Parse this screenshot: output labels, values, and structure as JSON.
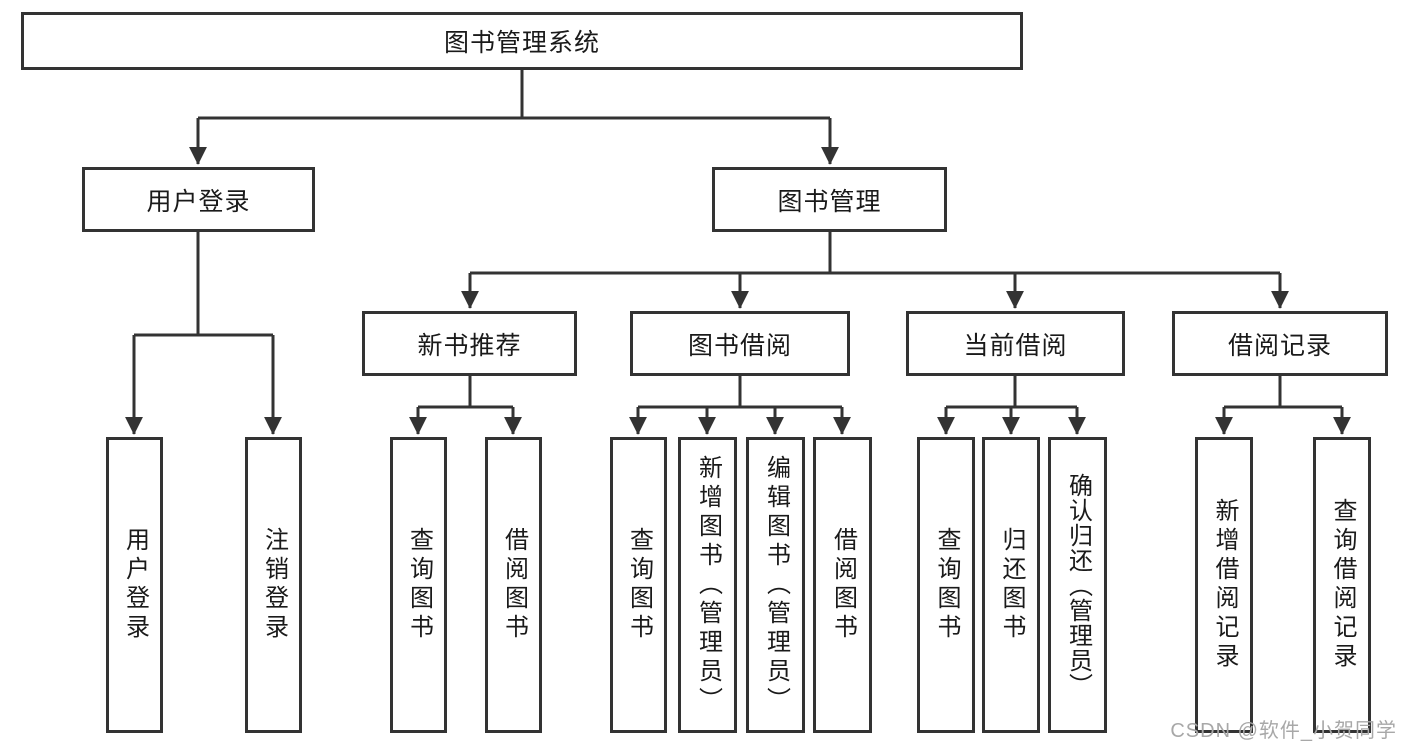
{
  "diagram": {
    "root": {
      "label": "图书管理系统"
    },
    "branches": [
      {
        "label": "用户登录",
        "leaves": [
          {
            "label": "用户登录"
          },
          {
            "label": "注销登录"
          }
        ]
      },
      {
        "label": "图书管理",
        "groups": [
          {
            "label": "新书推荐",
            "leaves": [
              {
                "label": "查询图书"
              },
              {
                "label": "借阅图书"
              }
            ]
          },
          {
            "label": "图书借阅",
            "leaves": [
              {
                "label": "查询图书"
              },
              {
                "label": "新增图书（管理员）"
              },
              {
                "label": "编辑图书（管理员）"
              },
              {
                "label": "借阅图书"
              }
            ]
          },
          {
            "label": "当前借阅",
            "leaves": [
              {
                "label": "查询图书"
              },
              {
                "label": "归还图书"
              },
              {
                "label": "确认归还（管理员）"
              }
            ]
          },
          {
            "label": "借阅记录",
            "leaves": [
              {
                "label": "新增借阅记录"
              },
              {
                "label": "查询借阅记录"
              }
            ]
          }
        ]
      }
    ]
  },
  "watermark": {
    "text": "CSDN @软件_小贺同学"
  },
  "colors": {
    "line": "#333333",
    "box_border": "#333333",
    "text": "#1a1a1a",
    "watermark": "#a8a8a8",
    "background": "#ffffff"
  }
}
